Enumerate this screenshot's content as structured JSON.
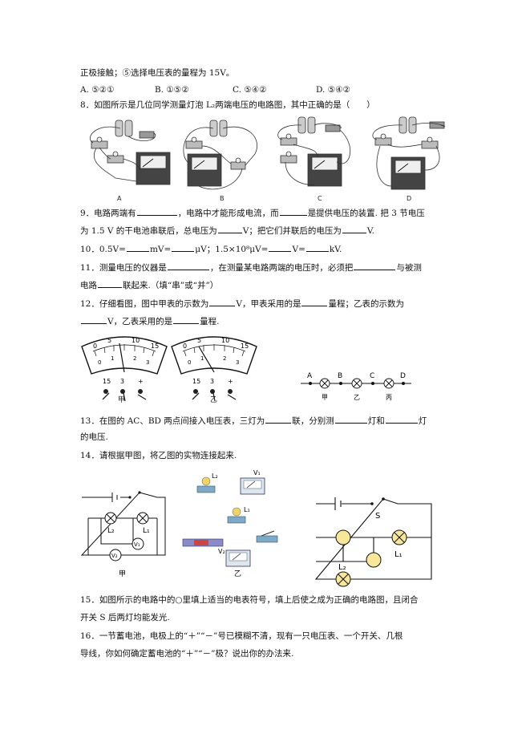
{
  "q7": {
    "tail": "正极接触；⑤选择电压表的量程为 15V。",
    "options": [
      "A. ⑤②①",
      "B. ①⑤②",
      "C. ⑤④②",
      "D. ⑤④②"
    ]
  },
  "q8": {
    "text": "8．如图所示是几位同学测量灯泡 L₂两端电压的电路图，其中正确的是（　　）",
    "fig_labels": [
      "A",
      "B",
      "C",
      "D"
    ]
  },
  "q9": {
    "l1a": "9．电路两端有",
    "l1b": "，电路中才能形成电流，而",
    "l1c": "是提供电压的装置. 把 3 节电压",
    "l2a": "为 1.5 V 的干电池串联后，总电压为",
    "l2b": "V；把它们并联后的电压为",
    "l2c": "V."
  },
  "q10": {
    "a": "10．0.5V=",
    "b": "mV=",
    "c": "μV；1.5×10⁸μV=",
    "d": "V=",
    "e": "kV."
  },
  "q11": {
    "l1a": "11．测量电压的仪器是",
    "l1b": "，在测量某电路两端的电压时，必须把",
    "l1c": "与被测",
    "l2a": "电路",
    "l2b": "联起来.（填“串”或“并”）"
  },
  "q12": {
    "l1a": "12．仔细看图，图中甲表的示数为",
    "l1b": "V，甲表采用的是",
    "l1c": "量程；乙表的示数为",
    "l2a": "V，乙表采用的是",
    "l2b": "量程."
  },
  "fig12": {
    "scale_top": [
      "0",
      "5",
      "10",
      "15"
    ],
    "scale_bottom": [
      "0",
      "1",
      "2",
      "3"
    ],
    "terminals": [
      "15",
      "3",
      "+"
    ],
    "meter_labels": [
      "甲",
      "乙"
    ],
    "nodes": [
      "A",
      "B",
      "C",
      "D"
    ],
    "lamps": [
      "甲",
      "乙",
      "丙"
    ]
  },
  "q13": {
    "l1a": "13．在图的 AC、BD 两点间接入电压表，三灯为",
    "l1b": "联，分别测",
    "l1c": "灯和",
    "l1d": "灯",
    "l2": "的电压."
  },
  "q14": {
    "text": "14．请根据甲图，将乙图的实物连接起来."
  },
  "fig14": {
    "labels": {
      "l1": "L₁",
      "l2": "L₂",
      "v1": "V₁",
      "v2": "V₂",
      "jia": "甲",
      "yi": "乙"
    }
  },
  "fig15": {
    "labels": {
      "s": "S",
      "l1": "L₁",
      "l2": "L₂"
    }
  },
  "q15": {
    "l1": "15．如图所示的电路中的○里填上适当的电表符号，填上后使之成为正确的电路图，且闭合",
    "l2": "开关 S 后两灯均能发光."
  },
  "q16": {
    "l1": "16．一节蓄电池，电极上的“＋”“－”号已模糊不清，现有一只电压表、一个开关、几根",
    "l2": "导线，你如何确定蓄电池的“＋”“－”极？说出你的办法来."
  }
}
